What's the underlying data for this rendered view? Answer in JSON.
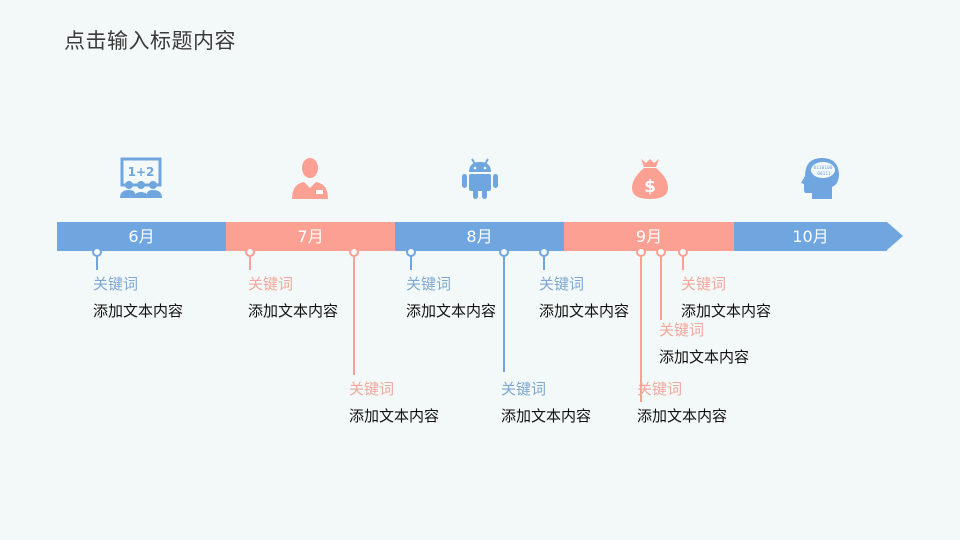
{
  "title": "点击输入标题内容",
  "colors": {
    "blue": "#6fa6e0",
    "salmon": "#fba093",
    "blue_text": "#7ea8d4",
    "salmon_text": "#f4a79b"
  },
  "timeline": {
    "segments": [
      {
        "label": "6月",
        "color": "blue",
        "icon": "classroom-icon"
      },
      {
        "label": "7月",
        "color": "salmon",
        "icon": "businessman-icon"
      },
      {
        "label": "8月",
        "color": "blue",
        "icon": "android-icon"
      },
      {
        "label": "9月",
        "color": "salmon",
        "icon": "money-bag-icon"
      },
      {
        "label": "10月",
        "color": "blue",
        "icon": "brain-head-icon"
      }
    ]
  },
  "events": [
    {
      "month": "6月",
      "color": "blue",
      "keyword": "关键词",
      "text": "添加文本内容"
    },
    {
      "month": "7月",
      "color": "salmon",
      "keyword": "关键词",
      "text": "添加文本内容"
    },
    {
      "month": "7月",
      "color": "salmon",
      "keyword": "关键词",
      "text": "添加文本内容"
    },
    {
      "month": "8月",
      "color": "blue",
      "keyword": "关键词",
      "text": "添加文本内容"
    },
    {
      "month": "8月",
      "color": "blue",
      "keyword": "关键词",
      "text": "添加文本内容"
    },
    {
      "month": "8月",
      "color": "blue",
      "keyword": "关键词",
      "text": "添加文本内容"
    },
    {
      "month": "9月",
      "color": "salmon",
      "keyword": "关键词",
      "text": "添加文本内容"
    },
    {
      "month": "9月",
      "color": "salmon",
      "keyword": "关键词",
      "text": "添加文本内容"
    },
    {
      "month": "9月",
      "color": "salmon",
      "keyword": "关键词",
      "text": "添加文本内容"
    }
  ]
}
